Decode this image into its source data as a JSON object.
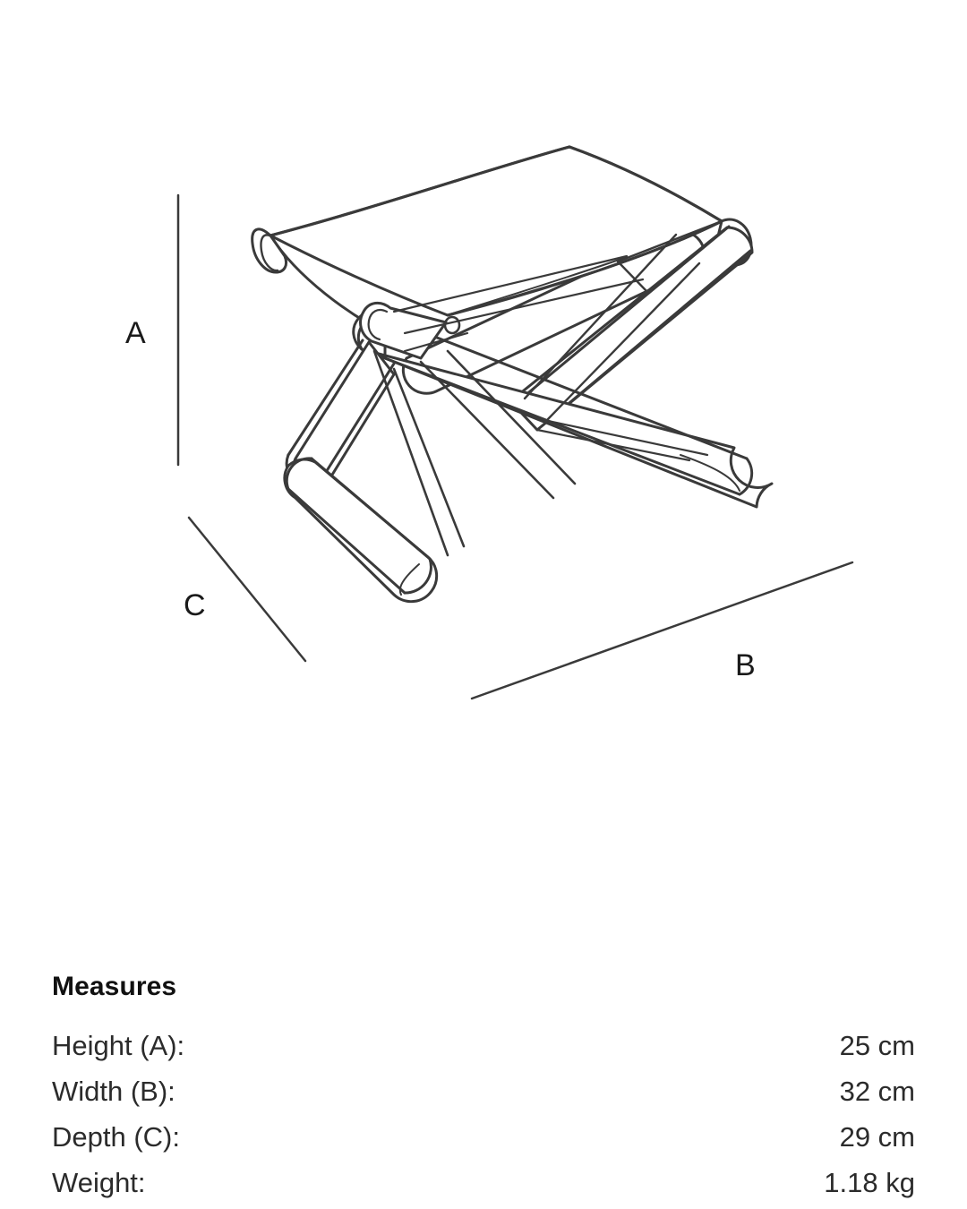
{
  "page": {
    "background_color": "#ffffff",
    "line_color": "#3a3a3a",
    "text_color": "#1a1a1a"
  },
  "diagram": {
    "subject": "folding stool",
    "dimension_labels": [
      {
        "key": "A",
        "text": "A",
        "meaning": "height"
      },
      {
        "key": "B",
        "text": "B",
        "meaning": "width"
      },
      {
        "key": "C",
        "text": "C",
        "meaning": "depth"
      }
    ]
  },
  "measures": {
    "heading": "Measures",
    "rows": [
      {
        "label": "Height (A):",
        "value": "25 cm"
      },
      {
        "label": "Width (B):",
        "value": "32 cm"
      },
      {
        "label": "Depth (C):",
        "value": "29 cm"
      },
      {
        "label": "Weight:",
        "value": "1.18 kg"
      }
    ]
  }
}
